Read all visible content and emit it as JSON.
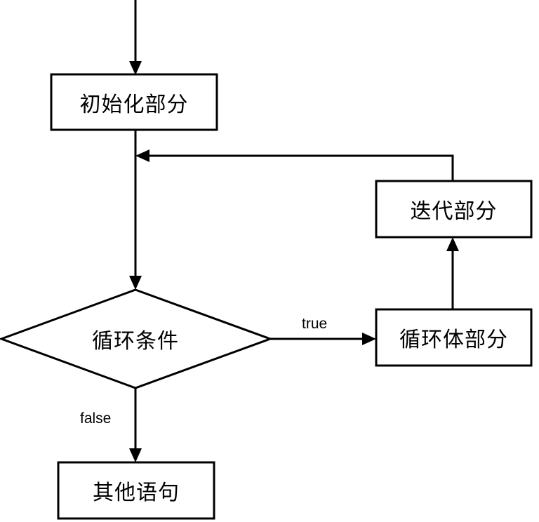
{
  "diagram": {
    "title": "loop-flowchart",
    "colors": {
      "stroke": "#000000",
      "fill": "#ffffff",
      "text": "#000000"
    },
    "nodes": [
      {
        "id": "init",
        "label": "初始化部分",
        "shape": "rect"
      },
      {
        "id": "iteration",
        "label": "迭代部分",
        "shape": "rect"
      },
      {
        "id": "condition",
        "label": "循环条件",
        "shape": "diamond"
      },
      {
        "id": "body",
        "label": "循环体部分",
        "shape": "rect"
      },
      {
        "id": "other",
        "label": "其他语句",
        "shape": "rect"
      }
    ],
    "edge_labels": [
      {
        "id": "true-label",
        "label": "true"
      },
      {
        "id": "false-label",
        "label": "false"
      }
    ]
  }
}
